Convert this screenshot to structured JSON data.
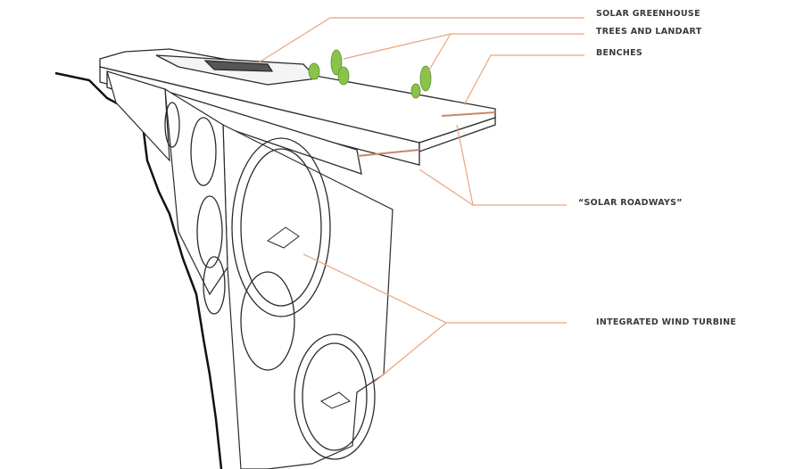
{
  "labels": {
    "solar_greenhouse": "SOLAR GREENHOUSE",
    "trees_and_landart": "TREES AND LANDART",
    "benches": "BENCHES",
    "solar_roadways": "“SOLAR ROADWAYS”",
    "integrated_wind_turbine": "INTEGRATED WIND TURBINE"
  },
  "colors": {
    "leader": "#e9a57c",
    "outline": "#2b2b2b",
    "tree": "#8bc34a",
    "road": "#c9866a"
  }
}
